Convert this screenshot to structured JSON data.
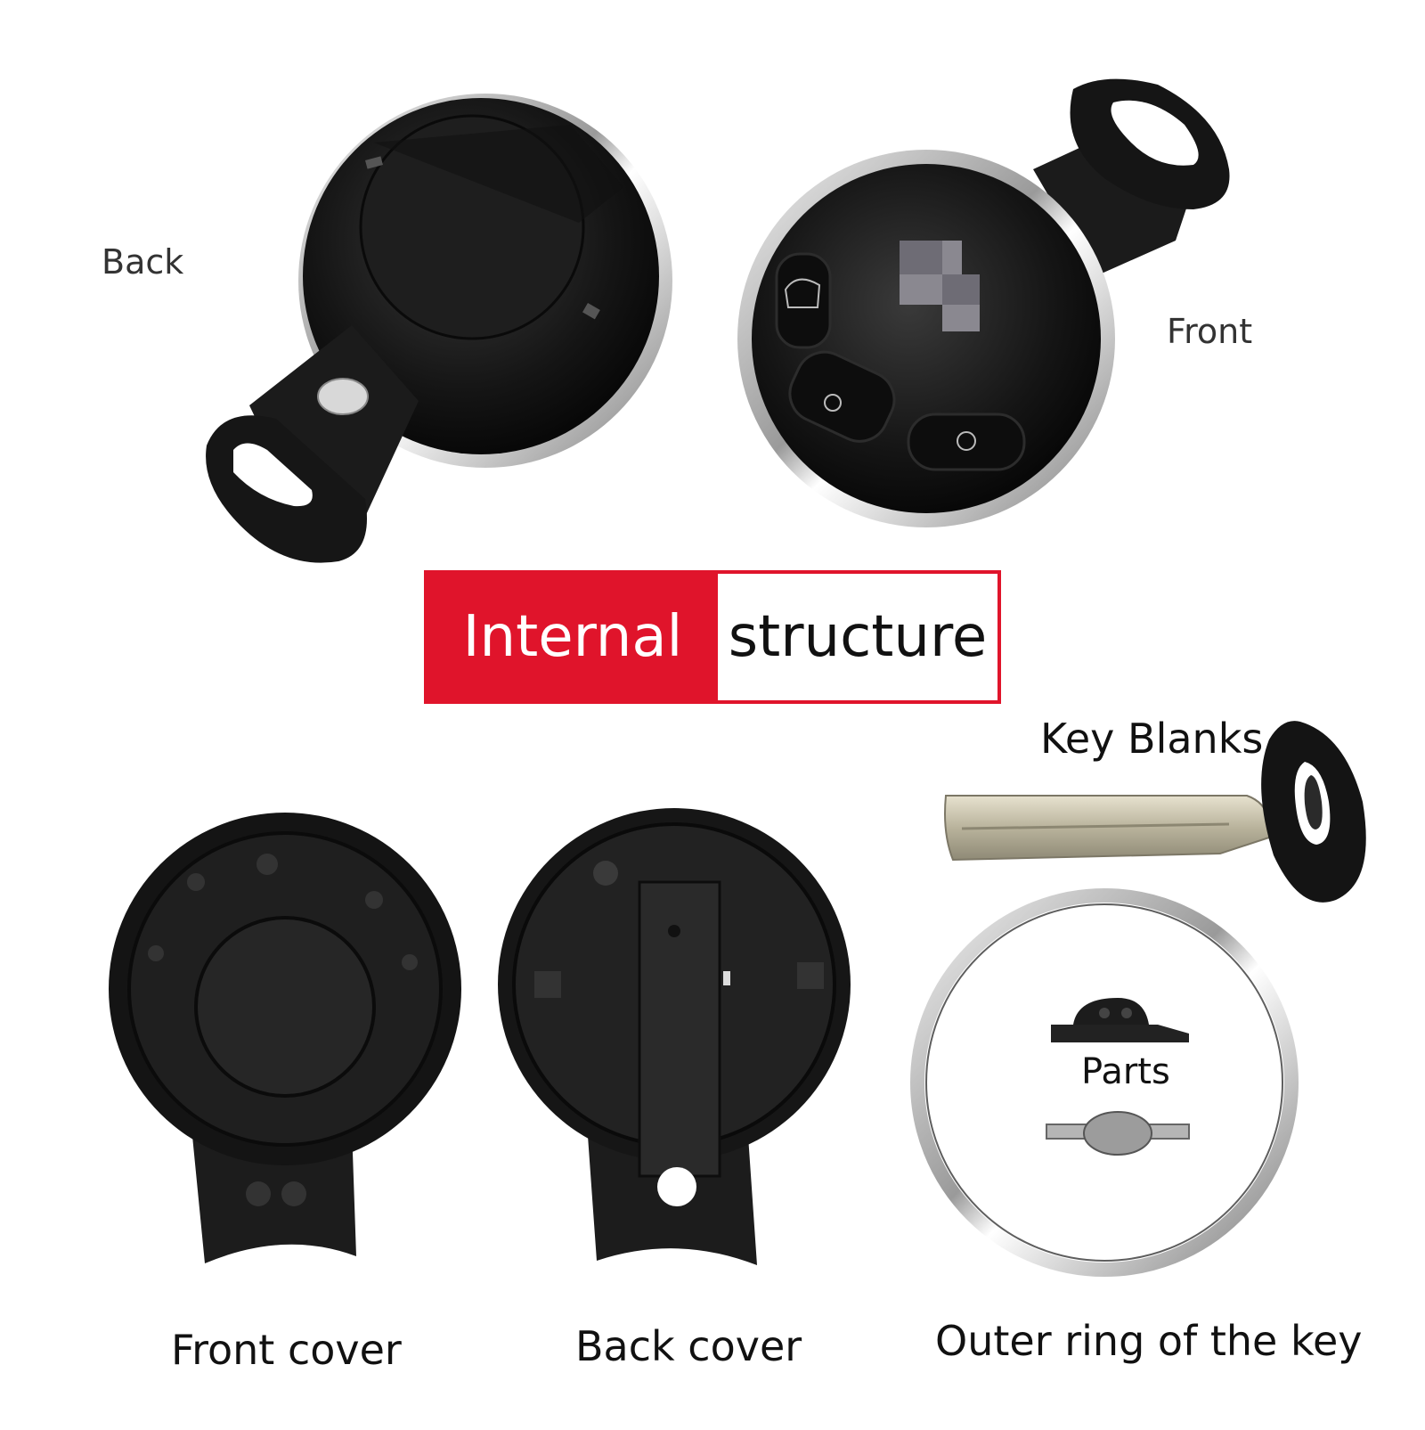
{
  "labels": {
    "back": "Back",
    "front": "Front",
    "key_blanks": "Key Blanks",
    "parts": "Parts",
    "front_cover": "Front cover",
    "back_cover": "Back cover",
    "outer_ring": "Outer ring of the key"
  },
  "banner": {
    "left": "Internal",
    "right": "structure"
  },
  "colors": {
    "accent_red": "#e0142b",
    "plastic_black": "#1a1a1a",
    "chrome": "#c9c9c9"
  }
}
